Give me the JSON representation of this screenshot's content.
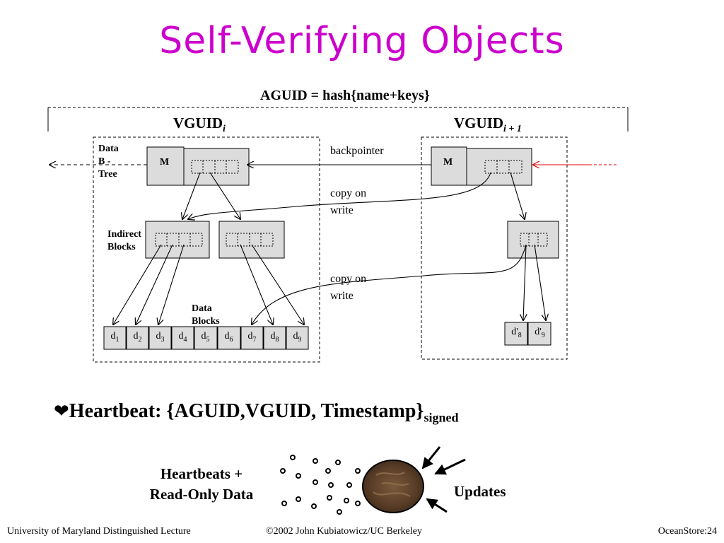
{
  "slide": {
    "title": "Self-Verifying Objects",
    "aguid_label": "AGUID = hash{name+keys}",
    "vguid_i": "VGUID",
    "vguid_i_sub": "i",
    "vguid_i1": "VGUID",
    "vguid_i1_sub": "i + 1",
    "data_btree_label": "Data B -Tree",
    "indirect_label": "Indirect Blocks",
    "data_blocks_label": "Data Blocks",
    "m_left": "M",
    "m_right": "M",
    "backpointer": "backpointer",
    "copy_on_write_1": "copy on write",
    "copy_on_write_2": "copy on write",
    "blocks_left": [
      "1",
      "2",
      "3",
      "4",
      "5",
      "6",
      "7",
      "8",
      "9"
    ],
    "blocks_left_prefix": "d",
    "blocks_right": [
      "d'",
      "d'"
    ],
    "blocks_right_subs": [
      "8",
      "9"
    ],
    "heartbeat_bullet": "❤",
    "heartbeat_text": "Heartbeat: {AGUID,VGUID, Timestamp}",
    "heartbeat_sub": "signed",
    "heartbeats_label_line1": "Heartbeats +",
    "heartbeats_label_line2": "Read-Only Data",
    "updates_label": "Updates"
  },
  "footer": {
    "left": "University of Maryland Distinguished Lecture",
    "center": "©2002 John Kubiatowicz/UC Berkeley",
    "right": "OceanStore:24"
  },
  "colors": {
    "title": "#cc00cc",
    "box_fill": "#dcdcdc",
    "red_arrow": "#e00000"
  }
}
